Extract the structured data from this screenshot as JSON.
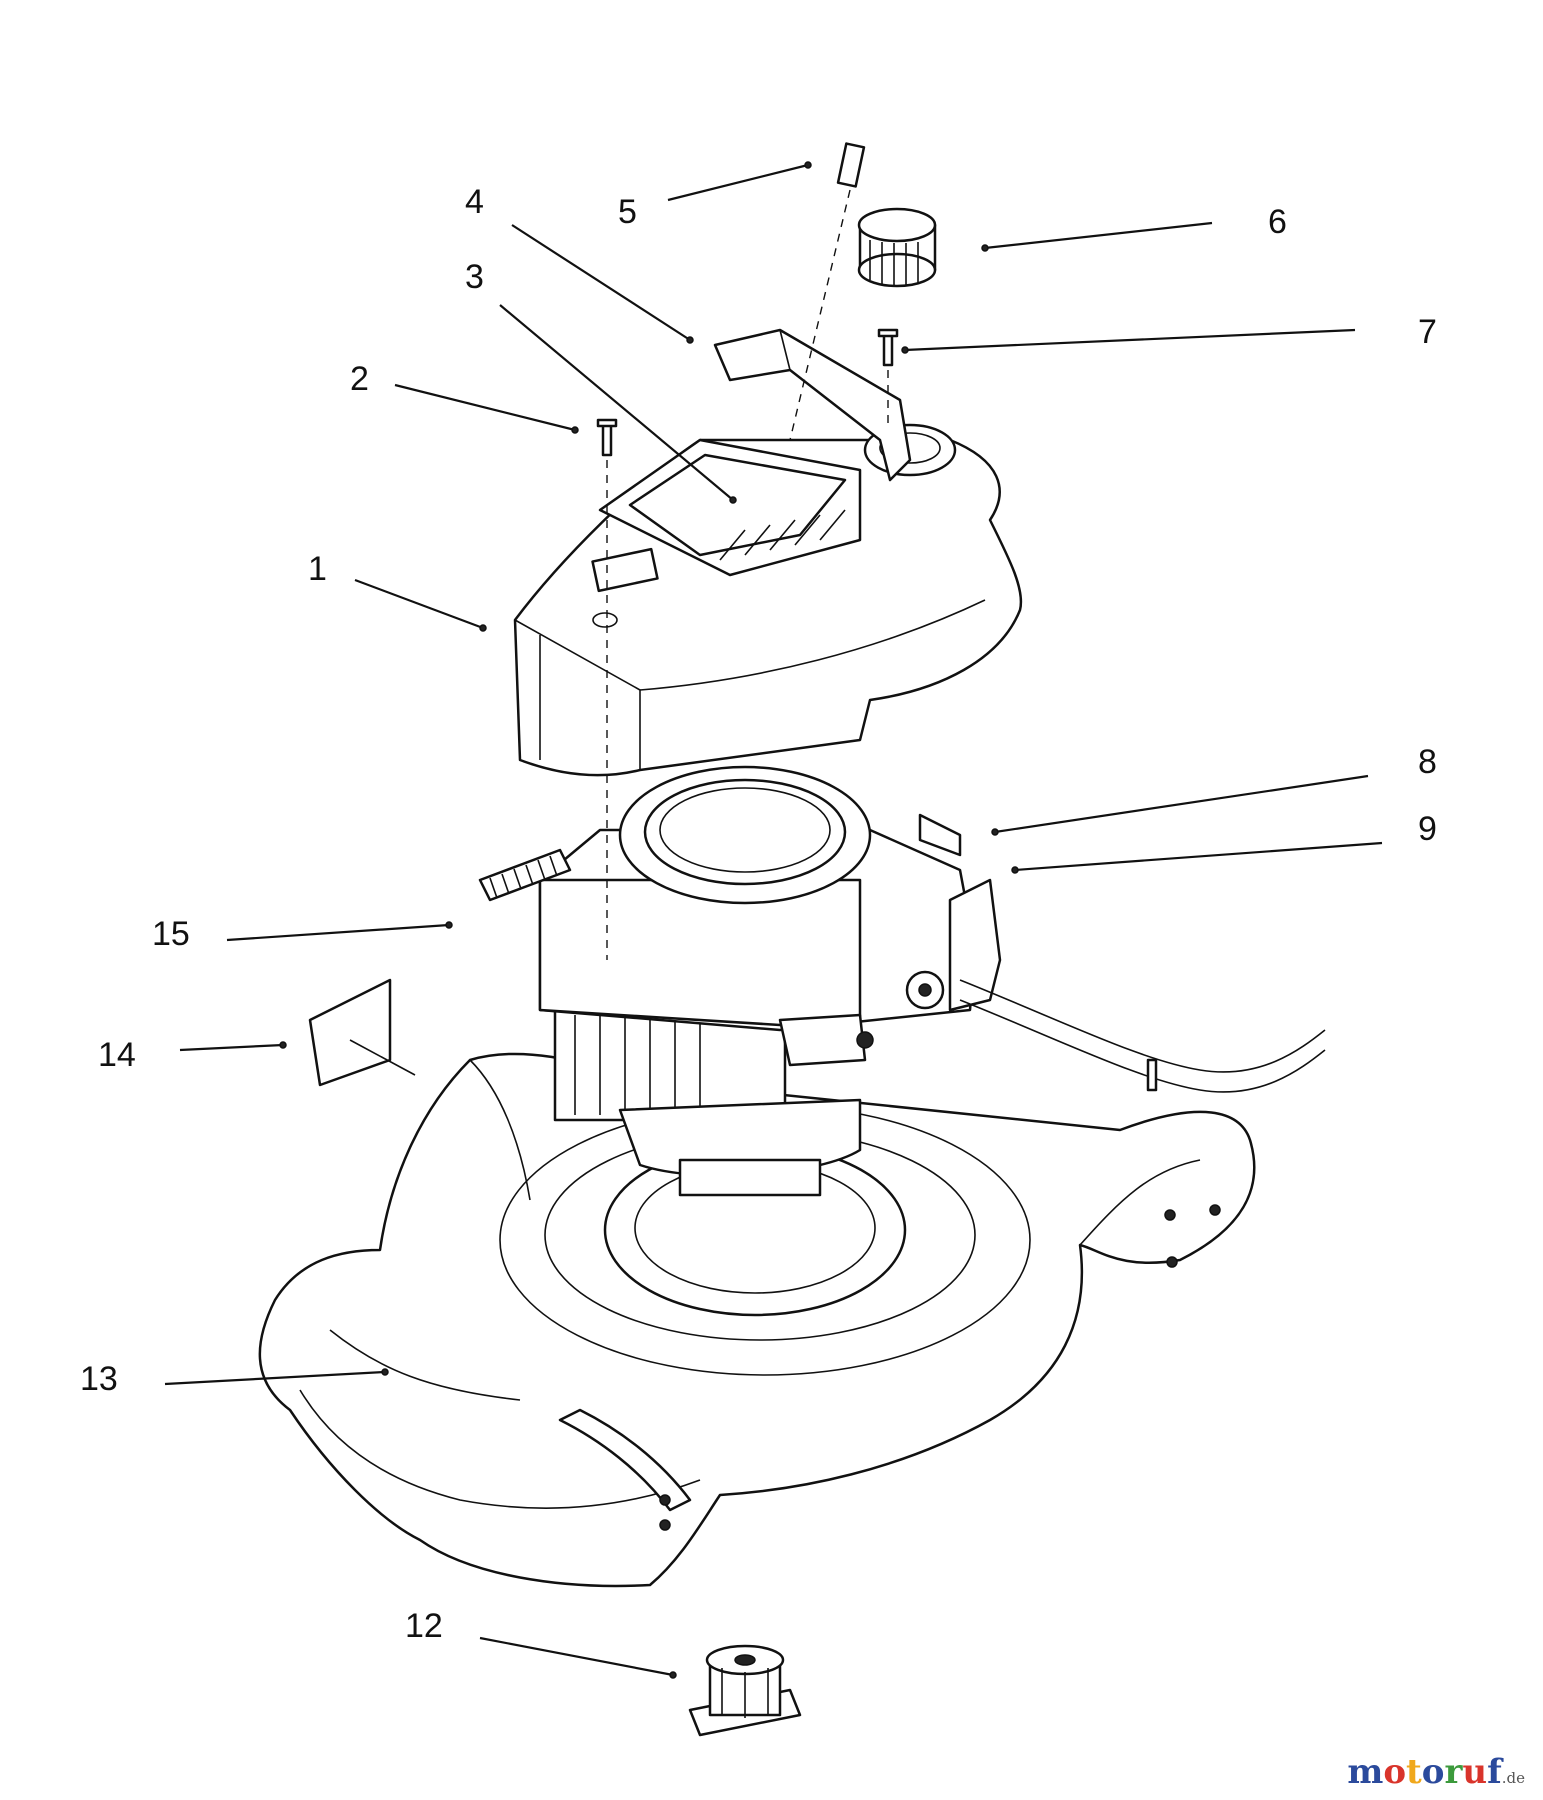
{
  "callouts": [
    {
      "id": "1",
      "label": "1"
    },
    {
      "id": "2",
      "label": "2"
    },
    {
      "id": "3",
      "label": "3"
    },
    {
      "id": "4",
      "label": "4"
    },
    {
      "id": "5",
      "label": "5"
    },
    {
      "id": "6",
      "label": "6"
    },
    {
      "id": "7",
      "label": "7"
    },
    {
      "id": "8",
      "label": "8"
    },
    {
      "id": "9",
      "label": "9"
    },
    {
      "id": "12",
      "label": "12"
    },
    {
      "id": "13",
      "label": "13"
    },
    {
      "id": "14",
      "label": "14"
    },
    {
      "id": "15",
      "label": "15"
    }
  ],
  "watermark": {
    "letters": [
      {
        "ch": "m",
        "color": "#2b4a9c"
      },
      {
        "ch": "o",
        "color": "#d9342b"
      },
      {
        "ch": "t",
        "color": "#f0a81c"
      },
      {
        "ch": "o",
        "color": "#2b4a9c"
      },
      {
        "ch": "r",
        "color": "#3c9a3c"
      },
      {
        "ch": "u",
        "color": "#d9342b"
      },
      {
        "ch": "f",
        "color": "#2b4a9c"
      }
    ],
    "suffix": ".de"
  }
}
